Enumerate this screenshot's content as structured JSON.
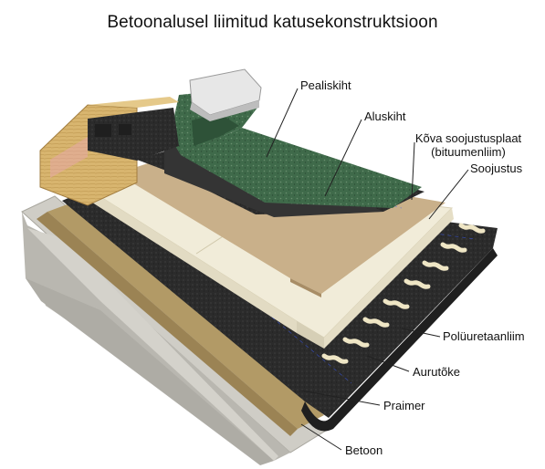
{
  "title": "Betoonalusel liimitud katusekonstruktsioon",
  "labels": {
    "pealiskiht": "Pealiskiht",
    "aluskiht": "Aluskiht",
    "kova_line1": "Kõva soojustusplaat",
    "kova_line2": "(bituumenliim)",
    "soojustus": "Soojustus",
    "polyuretaanliim": "Polüuretaanliim",
    "aurutoke": "Aurutõke",
    "praimer": "Praimer",
    "betoon": "Betoon"
  },
  "colors": {
    "concrete": "#cfcdc6",
    "primer": "#b29a66",
    "vapor_barrier": "#2b2b2b",
    "insulation": "#f1ecd9",
    "hard_board": "#c9b08a",
    "base_layer": "#3a3a3a",
    "top_layer": "#3f6a4a",
    "timber": "#d8b56f",
    "adhesive_bead": "#efe6c5"
  }
}
